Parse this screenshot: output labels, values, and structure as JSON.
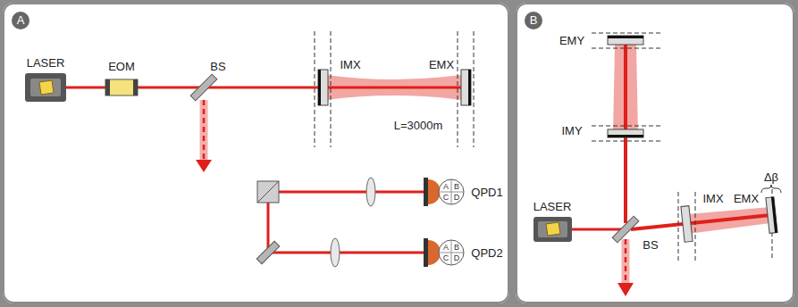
{
  "diagram": {
    "nodes": [
      {
        "text": [
          "A"
        ]
      },
      {
        "text": [
          "B"
        ]
      }
    ],
    "labels": [
      "LASER",
      "EOM",
      "BS",
      "IMX",
      "EMX",
      "L=3000m",
      "QPD1",
      "A",
      "B",
      "C",
      "D",
      "QPD2",
      "A",
      "B",
      "C",
      "D",
      "EMY",
      "IMY",
      "LASER",
      "BS",
      "IMX",
      "EMX",
      "Δβ"
    ]
  }
}
